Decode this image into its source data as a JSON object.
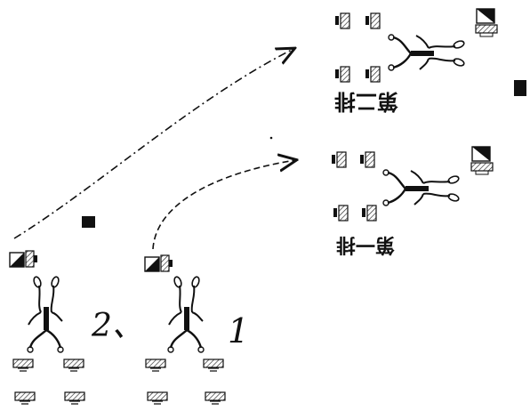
{
  "colors": {
    "ink": "#111111",
    "paper": "#ffffff",
    "hatch": "#555555"
  },
  "bottom_labels": {
    "two": "2、",
    "one": "1"
  },
  "right_labels": {
    "second_row": "第二排",
    "first_row": "第一排"
  },
  "icons": {
    "sprite": "stick-figure-sprite",
    "small_box": "hatched-box-icon",
    "diag_box": "half-filled-box-icon",
    "black_box": "solid-square-icon",
    "arrow": "dashed-arrow-icon"
  }
}
